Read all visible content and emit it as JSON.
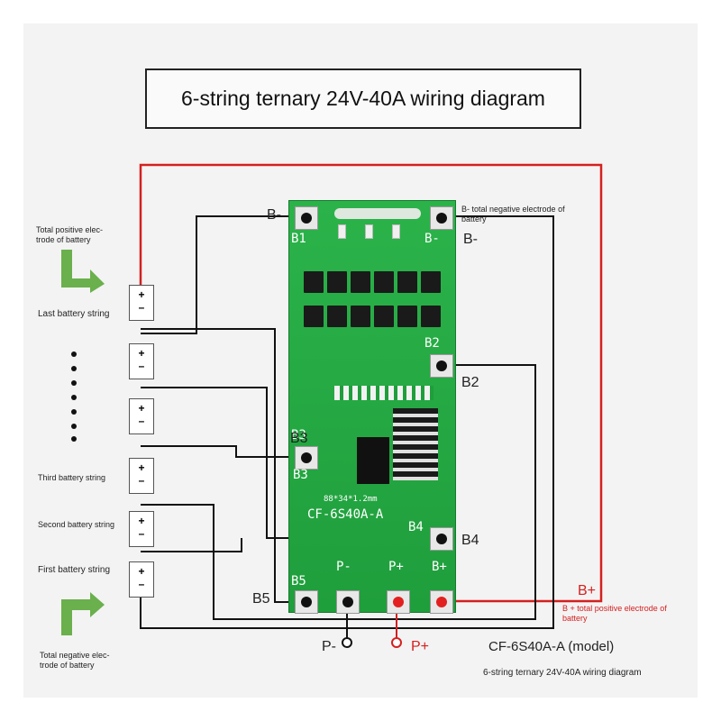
{
  "title": "6-string ternary 24V-40A wiring diagram",
  "left_labels": {
    "total_positive": "Total positive elec-trode of battery",
    "last_string": "Last battery string",
    "third_string": "Third battery string",
    "second_string": "Second battery string",
    "first_string": "First battery string",
    "total_negative": "Total negative elec-trode of battery"
  },
  "cell_signs": {
    "plus": "+",
    "minus": "–"
  },
  "pins": {
    "b_minus_left": "B-",
    "b_minus_right": "B-",
    "b_minus_desc": "B- total negative electrode of battery",
    "b2": "B2",
    "b3": "B3",
    "b4": "B4",
    "b5": "B5",
    "b_plus": "B+",
    "b_plus_desc": "B + total positive electrode of battery",
    "p_minus": "P-",
    "p_plus": "P+"
  },
  "board_silk": {
    "b1": "B1",
    "bm": "B-",
    "b2": "B2",
    "b3a": "B3",
    "b3b": "B3",
    "b4": "B4",
    "b5": "B5",
    "pm": "P-",
    "pp": "P+",
    "bp": "B+",
    "size": "88*34*1.2mm",
    "model": "CF-6S40A-A"
  },
  "model_label": "CF-6S40A-A (model)",
  "caption": "6-string ternary 24V-40A wiring diagram",
  "colors": {
    "wire": "#111111",
    "red_wire": "#d42020",
    "board": "#22a640",
    "arrow": "#6ab04c"
  }
}
